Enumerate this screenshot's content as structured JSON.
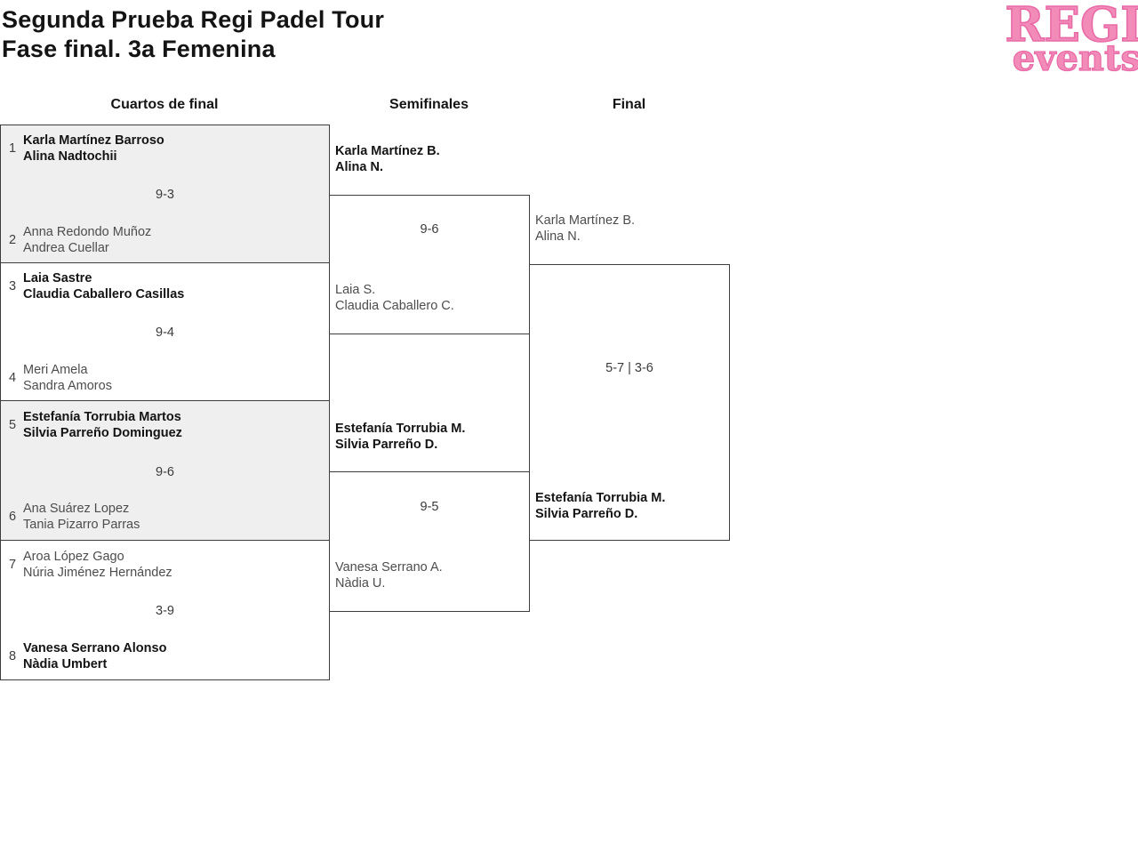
{
  "page": {
    "title_line1": "Segunda Prueba Regi Padel Tour",
    "title_line2": "Fase final. 3a Femenina"
  },
  "logo": {
    "line1": "REGI",
    "line2": "events",
    "fill_color": "#f38bb9",
    "outline_color": "#e86aa6"
  },
  "round_headers": {
    "quarterfinals": "Cuartos de final",
    "semifinals": "Semifinales",
    "final": "Final"
  },
  "colors": {
    "match_alt_background": "#efefef",
    "border": "#3d3d3d",
    "winner_text": "#141414",
    "loser_text": "#4d4d4d"
  },
  "bracket": {
    "quarterfinals": [
      {
        "seed_top": "1",
        "team_top_line1": "Karla Martínez Barroso",
        "team_top_line2": "Alina Nadtochii",
        "team_top_winner": true,
        "score": "9-3",
        "seed_bottom": "2",
        "team_bottom_line1": "Anna Redondo Muñoz",
        "team_bottom_line2": "Andrea Cuellar",
        "team_bottom_winner": false
      },
      {
        "seed_top": "3",
        "team_top_line1": "Laia Sastre",
        "team_top_line2": "Claudia Caballero Casillas",
        "team_top_winner": true,
        "score": "9-4",
        "seed_bottom": "4",
        "team_bottom_line1": "Meri Amela",
        "team_bottom_line2": "Sandra Amoros",
        "team_bottom_winner": false
      },
      {
        "seed_top": "5",
        "team_top_line1": "Estefanía Torrubia Martos",
        "team_top_line2": "Silvia Parreño Dominguez",
        "team_top_winner": true,
        "score": "9-6",
        "seed_bottom": "6",
        "team_bottom_line1": "Ana Suárez Lopez",
        "team_bottom_line2": "Tania Pizarro Parras",
        "team_bottom_winner": false
      },
      {
        "seed_top": "7",
        "team_top_line1": "Aroa López Gago",
        "team_top_line2": "Núria Jiménez Hernández",
        "team_top_winner": false,
        "score": "3-9",
        "seed_bottom": "8",
        "team_bottom_line1": "Vanesa Serrano Alonso",
        "team_bottom_line2": "Nàdia Umbert",
        "team_bottom_winner": true
      }
    ],
    "semifinals": [
      {
        "team_top_line1": "Karla Martínez B.",
        "team_top_line2": "Alina N.",
        "team_top_winner": true,
        "score": "9-6",
        "team_bottom_line1": "Laia S.",
        "team_bottom_line2": "Claudia Caballero C.",
        "team_bottom_winner": false
      },
      {
        "team_top_line1": "Estefanía Torrubia M.",
        "team_top_line2": "Silvia Parreño D.",
        "team_top_winner": true,
        "score": "9-5",
        "team_bottom_line1": "Vanesa Serrano A.",
        "team_bottom_line2": "Nàdia U.",
        "team_bottom_winner": false
      }
    ],
    "final": {
      "team_top_line1": "Karla Martínez B.",
      "team_top_line2": "Alina N.",
      "team_top_winner": false,
      "score": "5-7 | 3-6",
      "team_bottom_line1": "Estefanía Torrubia M.",
      "team_bottom_line2": "Silvia Parreño D.",
      "team_bottom_winner": true
    }
  }
}
